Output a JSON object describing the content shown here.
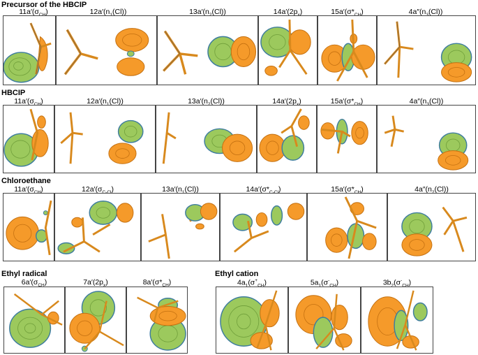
{
  "colors": {
    "green": "#9cc95d",
    "greenEdge": "#3e7d9e",
    "orange": "#f59a2a",
    "orangeEdge": "#c47010",
    "bond": "#d8891d"
  },
  "sections": [
    {
      "title": "Precursor of the HBCIP",
      "labels": [
        [
          "11a′(σ",
          "CH",
          ")"
        ],
        [
          "12a′(n",
          "1",
          "(Cl))"
        ],
        [
          "13a′(n",
          "2",
          "(Cl))"
        ],
        [
          "14a′(2p",
          "x",
          ")"
        ],
        [
          "15a′(σ*",
          "CH",
          ")"
        ],
        [
          "4a″(n",
          "3",
          "(Cl))"
        ]
      ]
    },
    {
      "title": "HBCIP",
      "labels": [
        [
          "11a′(σ",
          "CH",
          ")"
        ],
        [
          "12a′(n",
          "1",
          "(Cl))"
        ],
        [
          "13a′(n",
          "2",
          "(Cl))"
        ],
        [
          "14a′(2p",
          "x",
          ")"
        ],
        [
          "15a′(σ*",
          "CH",
          ")"
        ],
        [
          "4a″(n",
          "3",
          "(Cl))"
        ]
      ]
    },
    {
      "title": "Chloroethane",
      "labels": [
        [
          "11a′(σ",
          "CH",
          ")"
        ],
        [
          "12a′(σ",
          "C-Cl",
          ")"
        ],
        [
          "13a′(n",
          "1",
          "(Cl))"
        ],
        [
          "14a′(σ*",
          "C-Cl",
          ")"
        ],
        [
          "15a′(σ*",
          "CH",
          ")"
        ],
        [
          "4a″(n",
          "2",
          "(Cl))"
        ]
      ]
    },
    {
      "title": "Ethyl radical",
      "labels": [
        [
          "6a′(σ",
          "CH",
          ")"
        ],
        [
          "7a′(2p",
          "x",
          ")"
        ],
        [
          "8a′(σ*",
          "CH",
          ")"
        ]
      ]
    },
    {
      "title": "Ethyl cation",
      "labels": [
        [
          "4a",
          "1",
          "(σ",
          "+",
          "CH",
          ")"
        ],
        [
          "5a",
          "1",
          "(σ",
          "-",
          "CH",
          ")"
        ],
        [
          "3b",
          "2",
          "(σ",
          "-",
          "CH",
          ")"
        ]
      ]
    }
  ]
}
